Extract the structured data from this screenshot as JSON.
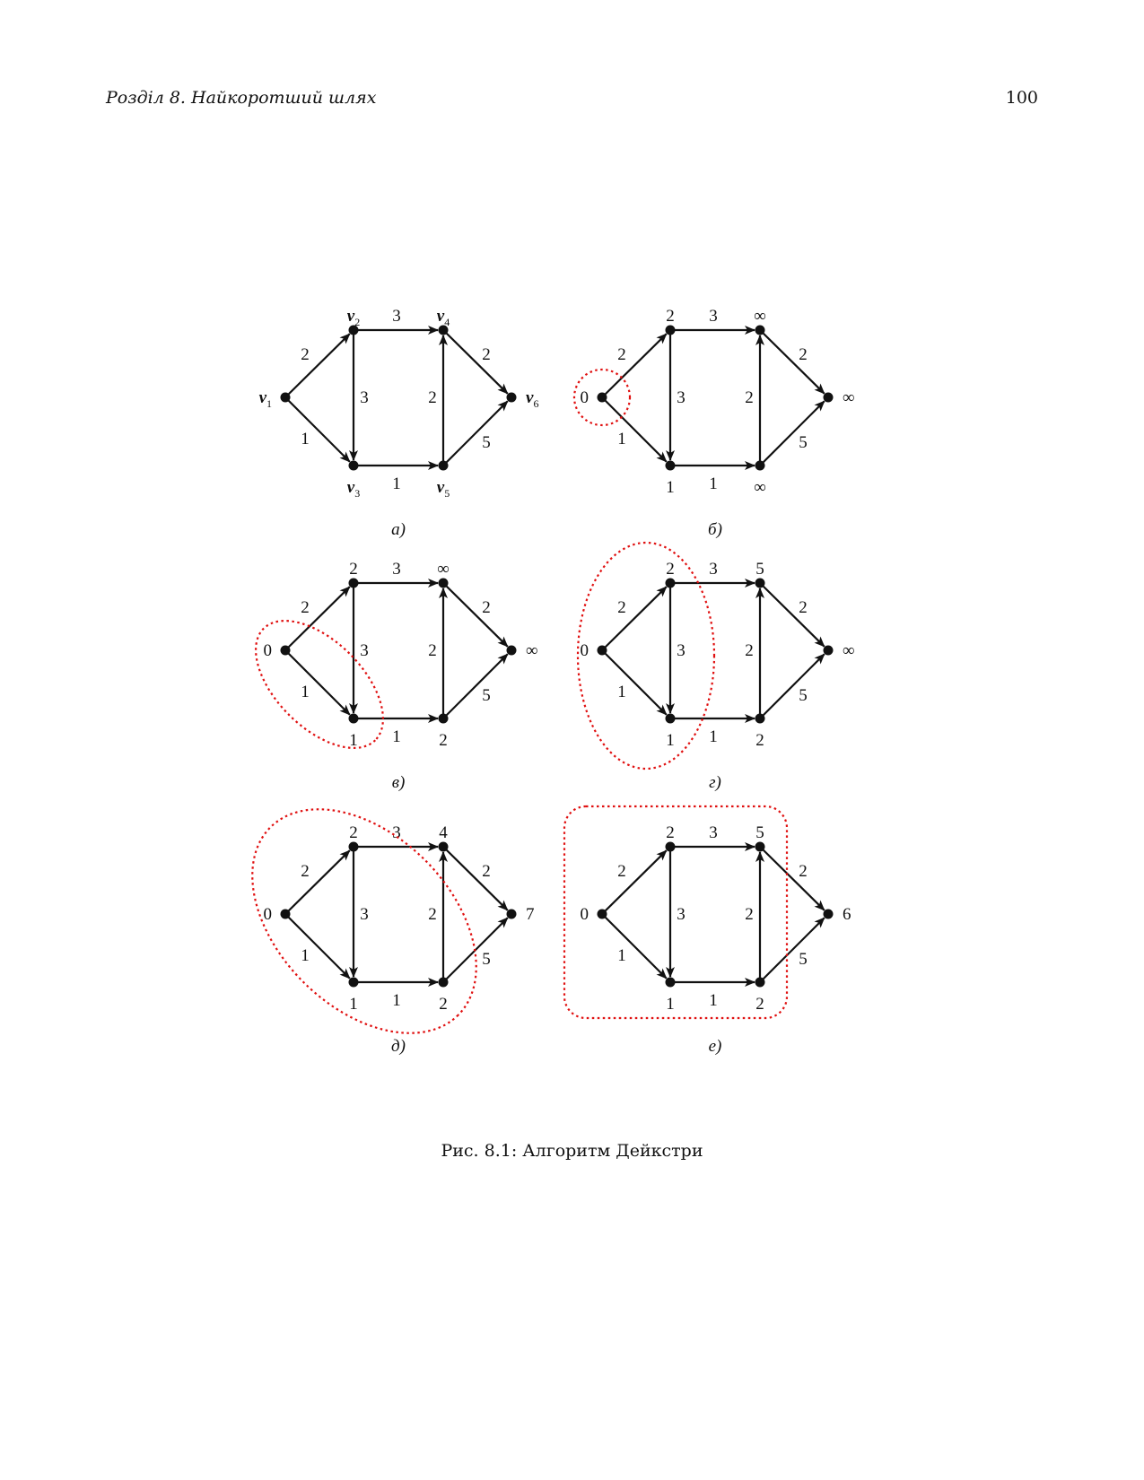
{
  "header": {
    "left": "Розділ 8.  Найкоротший шлях",
    "page_number": "100"
  },
  "figure": {
    "caption": "Рис. 8.1: Алгоритм Дейкстри",
    "edges": [
      {
        "from": "v1",
        "to": "v2",
        "weight": "2"
      },
      {
        "from": "v1",
        "to": "v3",
        "weight": "1"
      },
      {
        "from": "v2",
        "to": "v4",
        "weight": "3"
      },
      {
        "from": "v2",
        "to": "v3",
        "weight": "3"
      },
      {
        "from": "v3",
        "to": "v5",
        "weight": "1"
      },
      {
        "from": "v5",
        "to": "v4",
        "weight": "2"
      },
      {
        "from": "v4",
        "to": "v6",
        "weight": "2"
      },
      {
        "from": "v5",
        "to": "v6",
        "weight": "5"
      }
    ],
    "panels": [
      {
        "id": "a",
        "label": "а)",
        "highlight": "none",
        "node_labels": {
          "v1": "v",
          "v2": "v",
          "v3": "v",
          "v4": "v",
          "v5": "v",
          "v6": "v"
        },
        "node_subscripts": {
          "v1": "1",
          "v2": "2",
          "v3": "3",
          "v4": "4",
          "v5": "5",
          "v6": "6"
        }
      },
      {
        "id": "b",
        "label": "б)",
        "highlight": "v1",
        "node_labels": {
          "v1": "0",
          "v2": "2",
          "v3": "1",
          "v4": "∞",
          "v5": "∞",
          "v6": "∞"
        }
      },
      {
        "id": "c",
        "label": "в)",
        "highlight": "v1-v3",
        "node_labels": {
          "v1": "0",
          "v2": "2",
          "v3": "1",
          "v4": "∞",
          "v5": "2",
          "v6": "∞"
        }
      },
      {
        "id": "d",
        "label": "г)",
        "highlight": "v1-v2-v3",
        "node_labels": {
          "v1": "0",
          "v2": "2",
          "v3": "1",
          "v4": "5",
          "v5": "2",
          "v6": "∞"
        }
      },
      {
        "id": "e",
        "label": "д)",
        "highlight": "v1-v2-v3-v5",
        "node_labels": {
          "v1": "0",
          "v2": "2",
          "v3": "1",
          "v4": "4",
          "v5": "2",
          "v6": "7"
        }
      },
      {
        "id": "f",
        "label": "е)",
        "highlight": "v1-v2-v3-v4-v5",
        "node_labels": {
          "v1": "0",
          "v2": "2",
          "v3": "1",
          "v4": "5",
          "v5": "2",
          "v6": "6"
        }
      }
    ]
  }
}
